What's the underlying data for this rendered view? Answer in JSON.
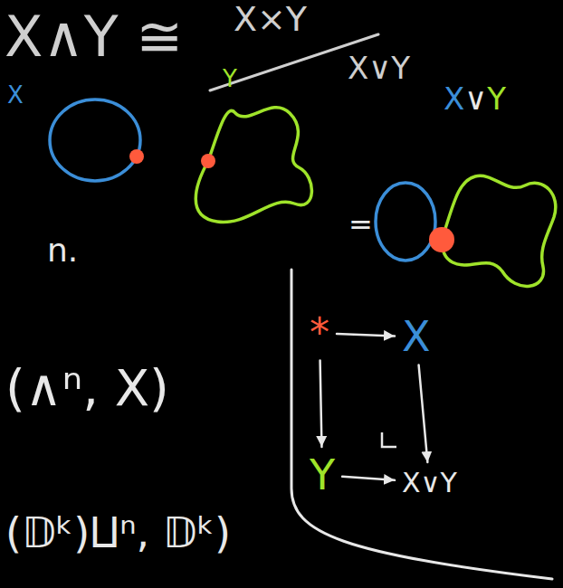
{
  "diagram": {
    "nodes": [
      {
        "text": [
          "*"
        ]
      },
      {
        "text": [
          "X"
        ]
      },
      {
        "text": [
          "Y"
        ]
      },
      {
        "text": [
          "X∨Y"
        ]
      }
    ],
    "edges": [
      {
        "from": 0,
        "to": 1,
        "arrow": "to"
      },
      {
        "from": 0,
        "to": 2,
        "arrow": "to"
      },
      {
        "from": 2,
        "to": 3,
        "arrow": "to"
      },
      {
        "from": 1,
        "to": 3,
        "arrow": "to"
      }
    ],
    "labels": [
      "X∧Y ≅",
      "X×Y",
      "X∨Y",
      "X",
      "Y",
      "X∨Y",
      "=",
      "n.",
      "(∧ⁿ, X)",
      "(𝔻ᵏ)⨿ⁿ, 𝔻ᵏ)"
    ]
  }
}
